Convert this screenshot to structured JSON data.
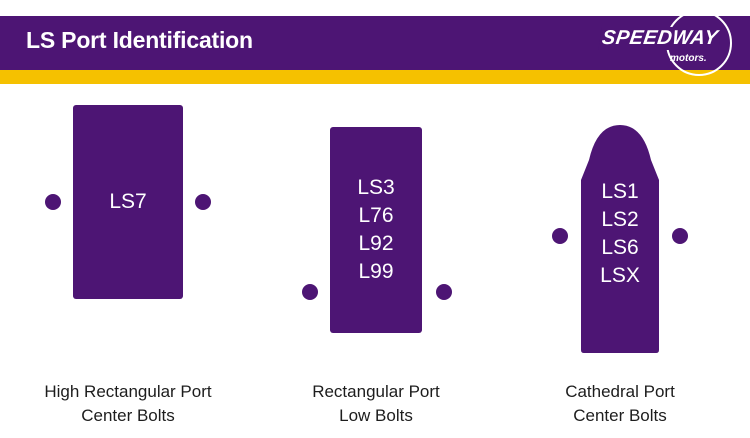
{
  "header": {
    "title": "LS Port Identification",
    "logo_word": "SPEEDWAY",
    "logo_sub": "motors."
  },
  "colors": {
    "brand_purple": "#4d1574",
    "accent_gold": "#f5c100"
  },
  "ports": [
    {
      "shape": "high-rectangular",
      "engines": [
        "LS7"
      ],
      "caption_line1": "High Rectangular Port",
      "caption_line2": "Center Bolts"
    },
    {
      "shape": "rectangular",
      "engines": [
        "LS3",
        "L76",
        "L92",
        "L99"
      ],
      "caption_line1": "Rectangular Port",
      "caption_line2": "Low Bolts"
    },
    {
      "shape": "cathedral",
      "engines": [
        "LS1",
        "LS2",
        "LS6",
        "LSX"
      ],
      "caption_line1": "Cathedral Port",
      "caption_line2": "Center Bolts"
    }
  ]
}
